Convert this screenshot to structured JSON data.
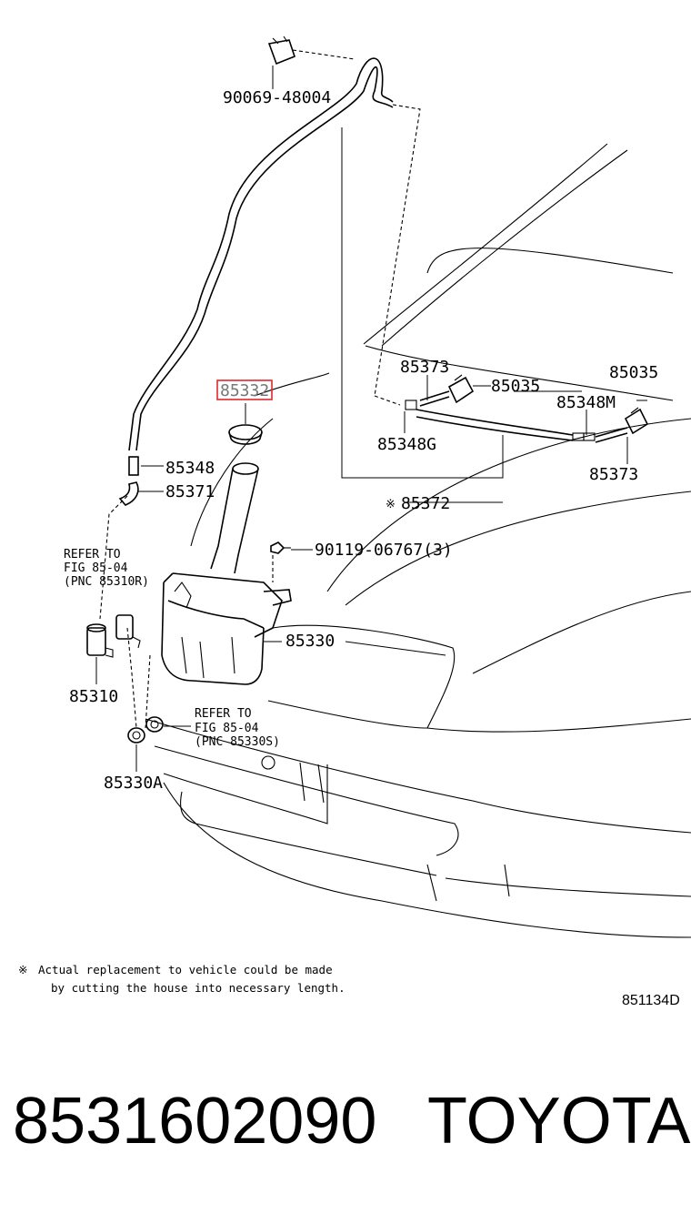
{
  "diagram": {
    "labels": {
      "p90069": "90069-48004",
      "p85332": "85332",
      "p85348": "85348",
      "p85371": "85371",
      "p85373a": "85373",
      "p85035a": "85035",
      "p85035b": "85035",
      "p85348m": "85348M",
      "p85348g": "85348G",
      "p85373b": "85373",
      "p85372": "85372",
      "p90119": "90119-06767(3)",
      "p85330": "85330",
      "p85310": "85310",
      "p85330a": "85330A"
    },
    "refer1": {
      "line1": "REFER TO",
      "line2": "FIG  85-04",
      "line3": "(PNC 85310R)"
    },
    "refer2": {
      "line1": "REFER TO",
      "line2": "FIG  85-04",
      "line3": "(PNC 85330S)"
    },
    "note_symbol": "※",
    "note_line1": "Actual replacement to vehicle could be made",
    "note_line2": "by cutting the house into necessary length.",
    "figure_code": "851134D",
    "highlight_color": "#e0282c"
  },
  "footer": {
    "part_number": "8531602090",
    "brand": "TOYOTA"
  }
}
